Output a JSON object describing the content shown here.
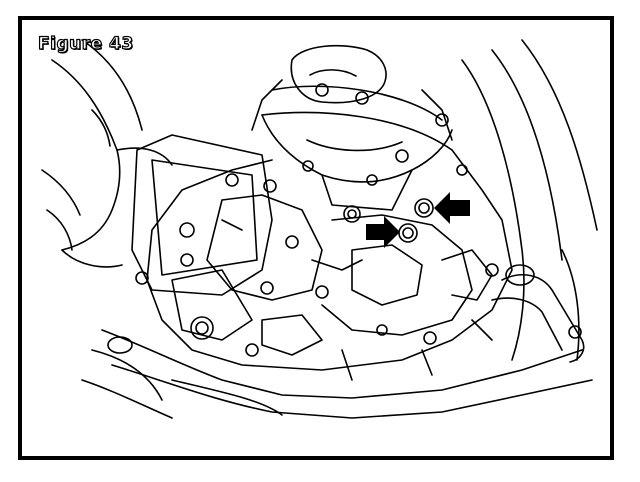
{
  "figure": {
    "label": "Figure 43"
  },
  "colors": {
    "line": "#000000",
    "background": "#ffffff"
  },
  "callouts": [
    {
      "name": "arrow-callout-right-pointing",
      "icon": "arrow-right-icon"
    },
    {
      "name": "arrow-callout-left-pointing",
      "icon": "arrow-left-icon"
    }
  ]
}
